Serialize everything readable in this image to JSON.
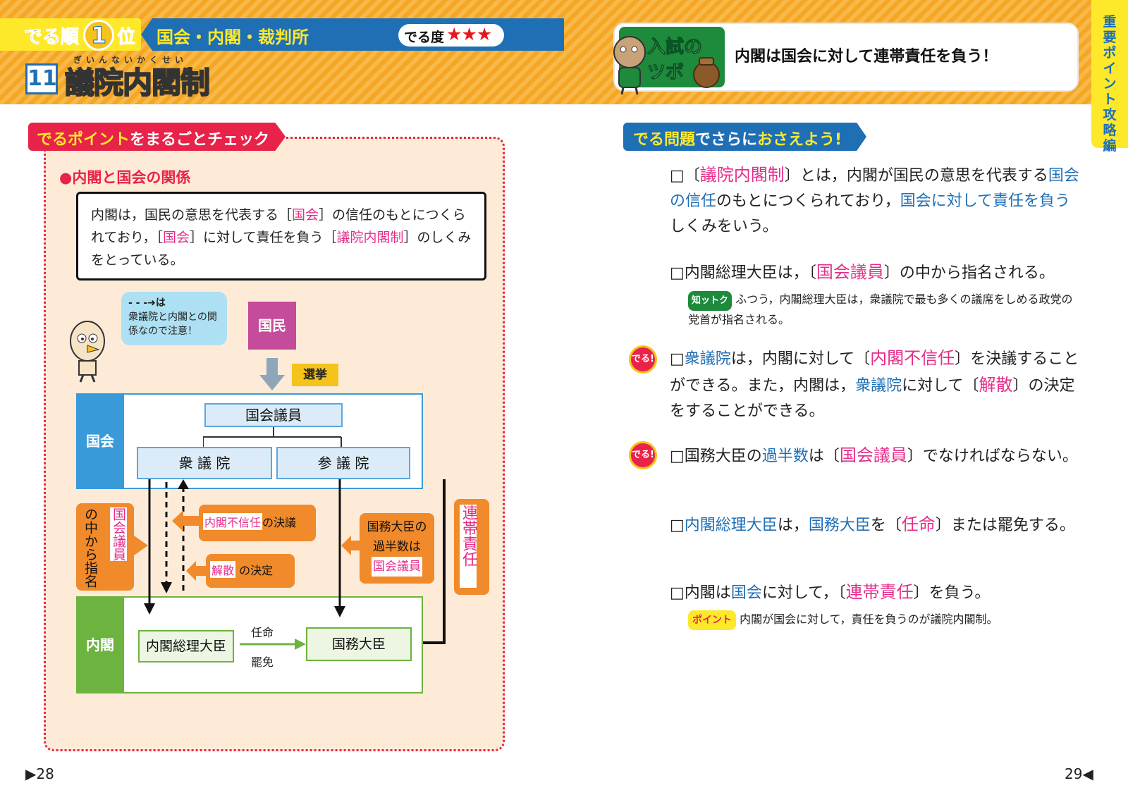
{
  "header": {
    "rank_prefix": "でる順",
    "rank_num": "1",
    "rank_suffix": "位",
    "subject": "国会・内閣・裁判所",
    "freq_label": "でる度",
    "freq_stars": "★★★",
    "section_num": "11",
    "title": "議院内閣制",
    "title_ruby": "ぎいんないかくせい"
  },
  "tsubo": {
    "badge_line1": "入試の",
    "badge_line2": "ツボ",
    "text": "内閣は国会に対して連帯責任を負う！"
  },
  "side_tab": "重要ポイント攻略編",
  "left": {
    "section_title_a": "でるポイント",
    "section_title_b": "をまるごとチェック",
    "sub_heading": "●内閣と国会の関係",
    "def_1": "内閣は，国民の意思を代表する［",
    "def_k1": "国会",
    "def_2": "］の信任のもとにつくられており，［",
    "def_k2": "国会",
    "def_3": "］に対して責任を負う［",
    "def_k3": "議院内閣制",
    "def_4": "］のしくみをとっている。",
    "bubble_arrow": "- - -➜は",
    "bubble_text": "衆議院と内閣との関係なので注意！",
    "kokumin": "国民",
    "senkyo": "選挙",
    "kokkai": "国会",
    "giin": "国会議員",
    "shugiin": "衆 議 院",
    "sangiin": "参 議 院",
    "naikaku": "内閣",
    "sori": "内閣総理大臣",
    "kokumu": "国務大臣",
    "ninmei": "任命",
    "himen": "罷免",
    "fushinnin_k": "内閣不信任",
    "fushinnin_s": "の決議",
    "kaisan_k": "解散",
    "kaisan_s": "の決定",
    "kokumu_note_1": "国務大臣の",
    "kokumu_note_2": "過半数は",
    "kokumu_note_k": "国会議員",
    "left_vert_a": "の中から指名",
    "left_vert_k": "国会議員",
    "right_vert_k": "連帯責任"
  },
  "right": {
    "section_title_a": "でる問題",
    "section_title_b": "でさらに",
    "section_title_c": "おさえよう!",
    "q1": {
      "k": "議院内閣制",
      "a": "とは，内閣が国民の意思を代表する",
      "b": "国会の信任",
      "c": "のもとにつくられており，",
      "d": "国会に対して責任を負う",
      "e": "しくみをいう。"
    },
    "q2": {
      "a": "内閣総理大臣は，",
      "k": "国会議員",
      "b": "の中から指名される。"
    },
    "tip_label": "知ットク",
    "tip_text": "ふつう，内閣総理大臣は，衆議院で最も多くの議席をしめる政党の党首が指名される。",
    "q3": {
      "a": "衆議院",
      "b": "は，内閣に対して",
      "k": "内閣不信任",
      "c": "を決議することができる。また，内閣は，",
      "d": "衆議院",
      "e": "に対して",
      "k2": "解散",
      "f": "の決定をすることができる。"
    },
    "q4": {
      "a": "国務大臣の",
      "b": "過半数",
      "c": "は",
      "k": "国会議員",
      "d": "でなければならない。"
    },
    "q5": {
      "a": "内閣総理大臣",
      "b": "は，",
      "c": "国務大臣",
      "d": "を",
      "k": "任命",
      "e": "または罷免する。"
    },
    "q6": {
      "a": "内閣は",
      "b": "国会",
      "c": "に対して，",
      "k": "連帯責任",
      "d": "を負う。"
    },
    "point_label": "ポイント",
    "point_text": "内閣が国会に対して，責任を負うのが議院内閣制。",
    "deru": "でる!"
  },
  "pages": {
    "left": "▶28",
    "right": "29◀"
  }
}
